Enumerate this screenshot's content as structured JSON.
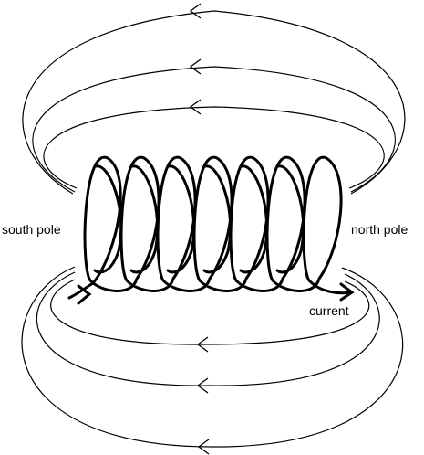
{
  "labels": {
    "south": "south pole",
    "north": "north pole",
    "current": "current"
  },
  "colors": {
    "line": "#000000",
    "background": "#ffffff"
  }
}
